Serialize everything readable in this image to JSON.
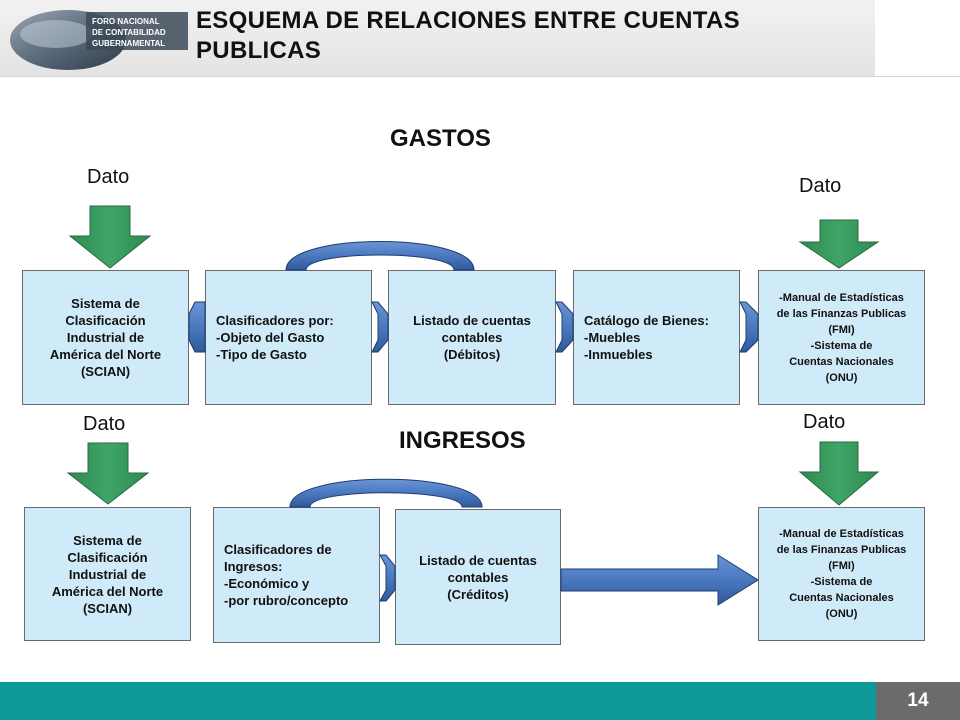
{
  "header": {
    "logo_text": [
      "FORO NACIONAL",
      "DE CONTABILIDAD",
      "GUBERNAMENTAL"
    ],
    "title": "ESQUEMA DE RELACIONES ENTRE CUENTAS PUBLICAS"
  },
  "gastos": {
    "title": "GASTOS",
    "dato_left": "Dato",
    "dato_right": "Dato",
    "box1": [
      "Sistema de",
      "Clasificación",
      "Industrial de",
      "América del Norte",
      "(SCIAN)"
    ],
    "box2": [
      "Clasificadores por:",
      "-Objeto del Gasto",
      "-Tipo de Gasto"
    ],
    "box3": [
      "Listado de cuentas",
      "contables",
      "(Débitos)"
    ],
    "box4": [
      "Catálogo de Bienes:",
      "-Muebles",
      "-Inmuebles"
    ],
    "box5": [
      "-Manual de Estadísticas",
      "de las Finanzas Publicas",
      "(FMI)",
      "-Sistema de",
      "Cuentas Nacionales",
      "(ONU)"
    ]
  },
  "ingresos": {
    "title": "INGRESOS",
    "dato_left": "Dato",
    "dato_right": "Dato",
    "box1": [
      "Sistema de",
      "Clasificación",
      "Industrial de",
      "América del Norte",
      "(SCIAN)"
    ],
    "box2": [
      "Clasificadores de",
      "Ingresos:",
      "-Económico y",
      "-por rubro/concepto"
    ],
    "box3": [
      "Listado de cuentas",
      "contables",
      "(Créditos)"
    ],
    "box5": [
      "-Manual de Estadísticas",
      "de las Finanzas Publicas",
      "(FMI)",
      "-Sistema de",
      "Cuentas Nacionales",
      "(ONU)"
    ]
  },
  "footer": {
    "page_number": "14"
  },
  "colors": {
    "box_fill": "#cfeaf9",
    "arrow_green": "#3a9a5e",
    "connector_blue": "#4a78bf",
    "footer_teal": "#0f9a9a",
    "page_box_gray": "#6b6b6b"
  }
}
